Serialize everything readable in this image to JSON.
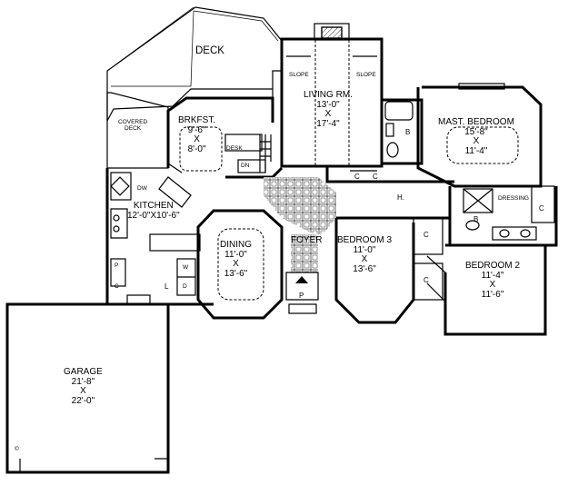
{
  "rooms": {
    "deck": "DECK",
    "covered_deck": "COVERED\nDECK",
    "brkfst": {
      "name": "BRKFST.",
      "w": "9'-6\"",
      "x": "X",
      "l": "8'-0\""
    },
    "living": {
      "name": "LIVING RM.",
      "w": "13'-0\"",
      "x": "X",
      "l": "17'-4\""
    },
    "slope_left": "SLOPE",
    "slope_right": "SLOPE",
    "mast_bedroom": {
      "name": "MAST. BEDROOM",
      "w": "15'-8\"",
      "x": "X",
      "l": "11'-4\""
    },
    "kitchen": {
      "name": "KITCHEN",
      "dims": "12'-0\"X10'-6\""
    },
    "dining": {
      "name": "DINING",
      "w": "11'-0\"",
      "x": "X",
      "l": "13'-6\""
    },
    "foyer": "FOYER",
    "bedroom3": {
      "name": "BEDROOM 3",
      "w": "11'-0\"",
      "x": "X",
      "l": "13'-6\""
    },
    "bedroom2": {
      "name": "BEDROOM 2",
      "w": "11'-4\"",
      "x": "X",
      "l": "11'-6\""
    },
    "garage": {
      "name": "GARAGE",
      "w": "21'-8\"",
      "x": "X",
      "l": "22'-0\""
    }
  },
  "small_labels": {
    "desk": "DESK",
    "dn": "DN",
    "dw": "DW",
    "p": "P",
    "c": "C",
    "w": "W",
    "d": "D",
    "l": "L",
    "porch": "P",
    "b": "B",
    "h": "H.",
    "dressing": "DRESSING"
  },
  "copyright": "©"
}
